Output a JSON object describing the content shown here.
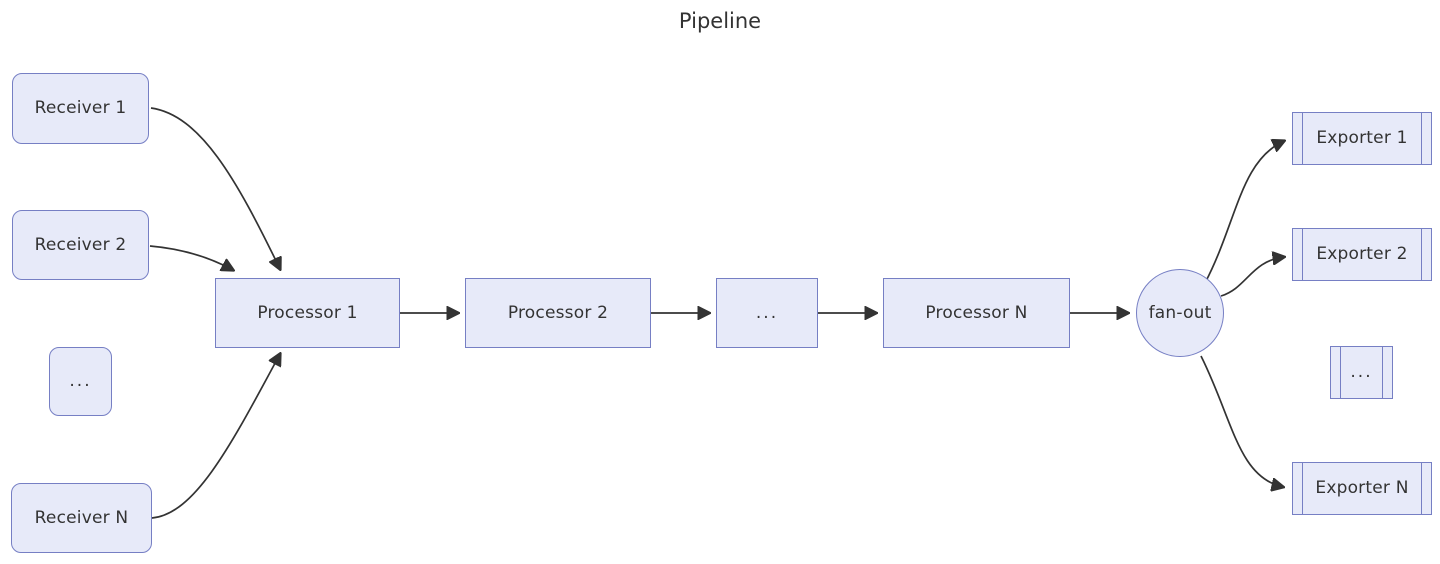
{
  "title": "Pipeline",
  "colors": {
    "node_fill": "#E7EAF9",
    "node_border": "#767FC4",
    "edge": "#333333",
    "text": "#333333",
    "background": "#ffffff"
  },
  "nodes": {
    "receiver1": {
      "label": "Receiver 1",
      "shape": "rounded"
    },
    "receiver2": {
      "label": "Receiver 2",
      "shape": "rounded"
    },
    "receiver_dots": {
      "label": "...",
      "shape": "rounded"
    },
    "receiverN": {
      "label": "Receiver N",
      "shape": "rounded"
    },
    "processor1": {
      "label": "Processor 1",
      "shape": "rect"
    },
    "processor2": {
      "label": "Processor 2",
      "shape": "rect"
    },
    "processor_dots": {
      "label": "...",
      "shape": "rect"
    },
    "processorN": {
      "label": "Processor N",
      "shape": "rect"
    },
    "fanout": {
      "label": "fan-out",
      "shape": "circle"
    },
    "exporter1": {
      "label": "Exporter 1",
      "shape": "subroutine"
    },
    "exporter2": {
      "label": "Exporter 2",
      "shape": "subroutine"
    },
    "exporter_dots": {
      "label": "...",
      "shape": "subroutine"
    },
    "exporterN": {
      "label": "Exporter N",
      "shape": "subroutine"
    }
  },
  "edges": [
    {
      "from": "receiver1",
      "to": "processor1"
    },
    {
      "from": "receiver2",
      "to": "processor1"
    },
    {
      "from": "receiverN",
      "to": "processor1"
    },
    {
      "from": "processor1",
      "to": "processor2"
    },
    {
      "from": "processor2",
      "to": "processor_dots"
    },
    {
      "from": "processor_dots",
      "to": "processorN"
    },
    {
      "from": "processorN",
      "to": "fanout"
    },
    {
      "from": "fanout",
      "to": "exporter1"
    },
    {
      "from": "fanout",
      "to": "exporter2"
    },
    {
      "from": "fanout",
      "to": "exporterN"
    }
  ]
}
